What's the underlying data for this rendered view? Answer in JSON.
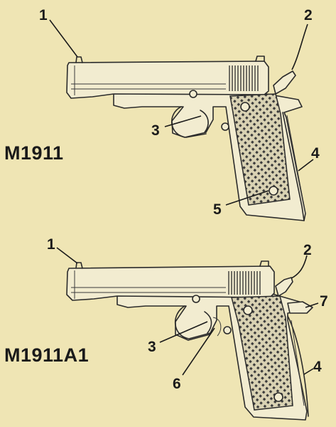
{
  "models": {
    "m1911": {
      "label": "M1911"
    },
    "m1911a1": {
      "label": "M1911A1"
    }
  },
  "callouts": {
    "top": [
      {
        "id": "1",
        "text": "1"
      },
      {
        "id": "2",
        "text": "2"
      },
      {
        "id": "3",
        "text": "3"
      },
      {
        "id": "4",
        "text": "4"
      },
      {
        "id": "5",
        "text": "5"
      }
    ],
    "bottom": [
      {
        "id": "1",
        "text": "1"
      },
      {
        "id": "2",
        "text": "2"
      },
      {
        "id": "7",
        "text": "7"
      },
      {
        "id": "3",
        "text": "3"
      },
      {
        "id": "6",
        "text": "6"
      },
      {
        "id": "4",
        "text": "4"
      }
    ]
  },
  "colors": {
    "background": "#efe5b4",
    "ink": "#1a1a1a"
  }
}
